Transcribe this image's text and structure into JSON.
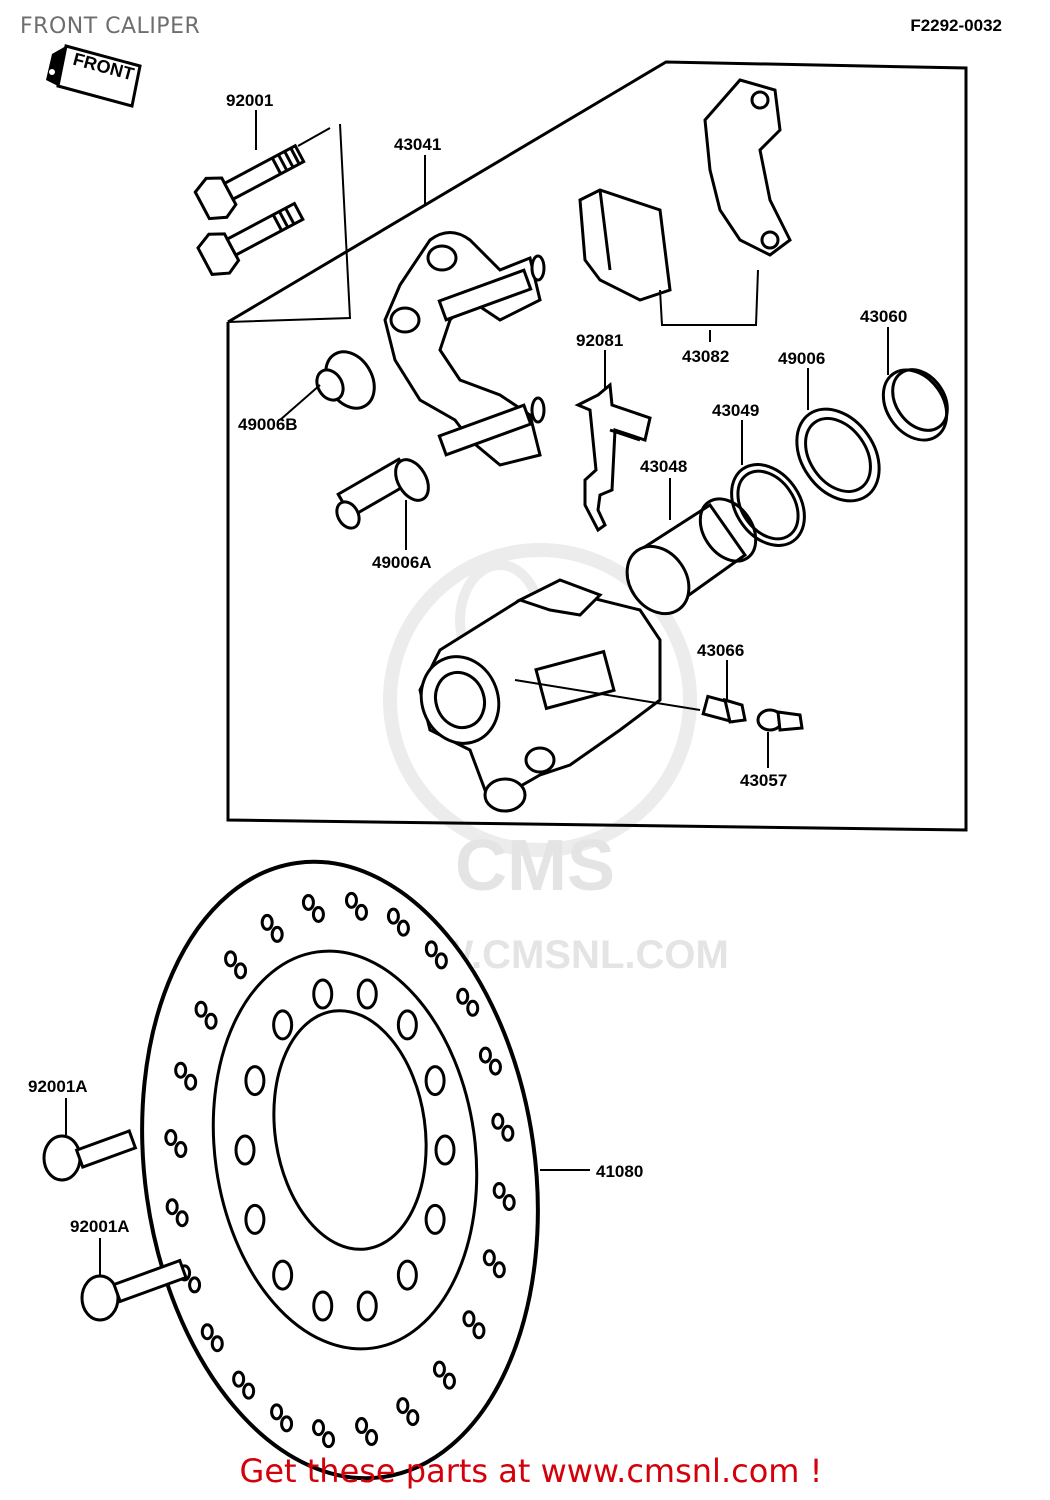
{
  "page": {
    "title": "FRONT CALIPER",
    "ref_code": "F2292-0032",
    "footer": "Get these parts at www.cmsnl.com !",
    "front_tag": "FRONT"
  },
  "watermark": {
    "brand": "CMS",
    "url": "WWW.CMSNL.COM"
  },
  "parts": {
    "p92001": "92001",
    "p43041": "43041",
    "p43082": "43082",
    "p92081": "92081",
    "p43060": "43060",
    "p49006": "49006",
    "p43049": "43049",
    "p43048": "43048",
    "p49006B": "49006B",
    "p49006A": "49006A",
    "p43066": "43066",
    "p43057": "43057",
    "p92001A_1": "92001A",
    "p92001A_2": "92001A",
    "p41080": "41080"
  },
  "colors": {
    "footer": "#d4000a",
    "title": "#6e6e6e",
    "ink": "#000000",
    "watermark": "#e4e4e4"
  }
}
